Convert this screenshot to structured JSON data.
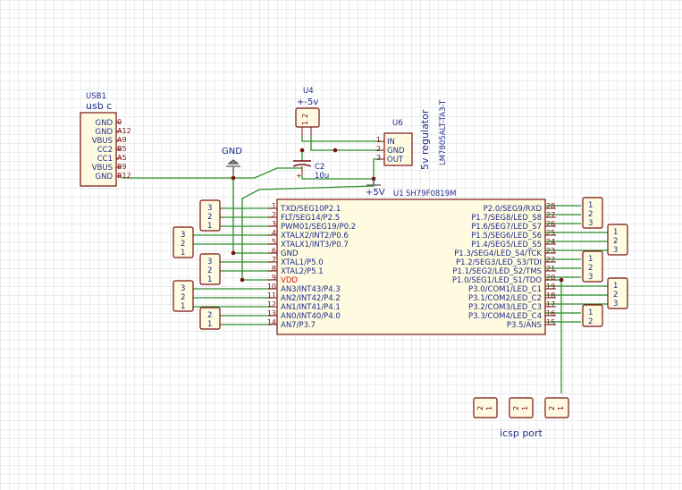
{
  "usb": {
    "ref": "USB1",
    "value": "usb c",
    "pin_names": [
      "GND",
      "GND",
      "VBUS",
      "CC2",
      "CC1",
      "VBUS",
      "GND"
    ],
    "pin_numbers": [
      "0",
      "A12",
      "A9",
      "B5",
      "A5",
      "B9",
      "B12"
    ]
  },
  "gnd_power": {
    "label": "GND"
  },
  "u4": {
    "ref": "U4",
    "value": "+-5v",
    "pins": [
      "1",
      "2"
    ]
  },
  "u6": {
    "ref": "U6",
    "value": "5v regulator",
    "part": "LM7805ALT-TA3-T",
    "pin_names": [
      "IN",
      "GND",
      "OUT"
    ],
    "pin_numbers": [
      "1",
      "2",
      "3"
    ]
  },
  "c2": {
    "ref": "C2",
    "value": "10u",
    "plus": "+"
  },
  "vcc_power": {
    "label": "+5V"
  },
  "u1": {
    "ref": "U1",
    "value": "SH79F0819M",
    "left_pins": [
      {
        "num": "1",
        "name": "TXD/SEG10P2.1"
      },
      {
        "num": "2",
        "name": "FLT/SEG14/P2.5"
      },
      {
        "num": "3",
        "name": "PWM01/SEG19/P0.2"
      },
      {
        "num": "4",
        "name": "XTALX2/INT2/P0.6"
      },
      {
        "num": "5",
        "name": "XTALX1/INT3/P0.7"
      },
      {
        "num": "6",
        "name": "GND"
      },
      {
        "num": "7",
        "name": "XTAL1/P5.0"
      },
      {
        "num": "8",
        "name": "XTAL2/P5.1"
      },
      {
        "num": "9",
        "name": "VDD"
      },
      {
        "num": "10",
        "name": "AN3/INT43/P4.3"
      },
      {
        "num": "11",
        "name": "AN2/INT42/P4.2"
      },
      {
        "num": "12",
        "name": "AN1/INT41/P4.1"
      },
      {
        "num": "13",
        "name": "AN0/INT40/P4.0"
      },
      {
        "num": "14",
        "name": "AN7/P3.7"
      }
    ],
    "right_pins": [
      {
        "num": "28",
        "name": "P2.0/SEG9/RXD"
      },
      {
        "num": "27",
        "name": "P1.7/SEG8/LED_S8"
      },
      {
        "num": "26",
        "name": "P1.6/SEG7/LED_S7"
      },
      {
        "num": "25",
        "name": "P1.5/SEG6/LED_S6"
      },
      {
        "num": "24",
        "name": "P1.4/SEG5/LED_S5"
      },
      {
        "num": "23",
        "name": "P1.3/SEG4/LED_S4/TCK"
      },
      {
        "num": "22",
        "name": "P1.2/SEG3/LED_S3/TDI"
      },
      {
        "num": "21",
        "name": "P1.1/SEG2/LED_S2/TMS"
      },
      {
        "num": "20",
        "name": "P1.0/SEG1/LED_S1/TDO"
      },
      {
        "num": "19",
        "name": "P3.0/COM1/LED_C1"
      },
      {
        "num": "18",
        "name": "P3.1/COM2/LED_C2"
      },
      {
        "num": "17",
        "name": "P3.2/COM3/LED_C3"
      },
      {
        "num": "16",
        "name": "P3.3/COM4/LED_C4"
      },
      {
        "num": "15",
        "name": "P3.5/ANS"
      }
    ]
  },
  "icsp": {
    "label": "icsp port",
    "pins": [
      "2",
      "1"
    ]
  }
}
